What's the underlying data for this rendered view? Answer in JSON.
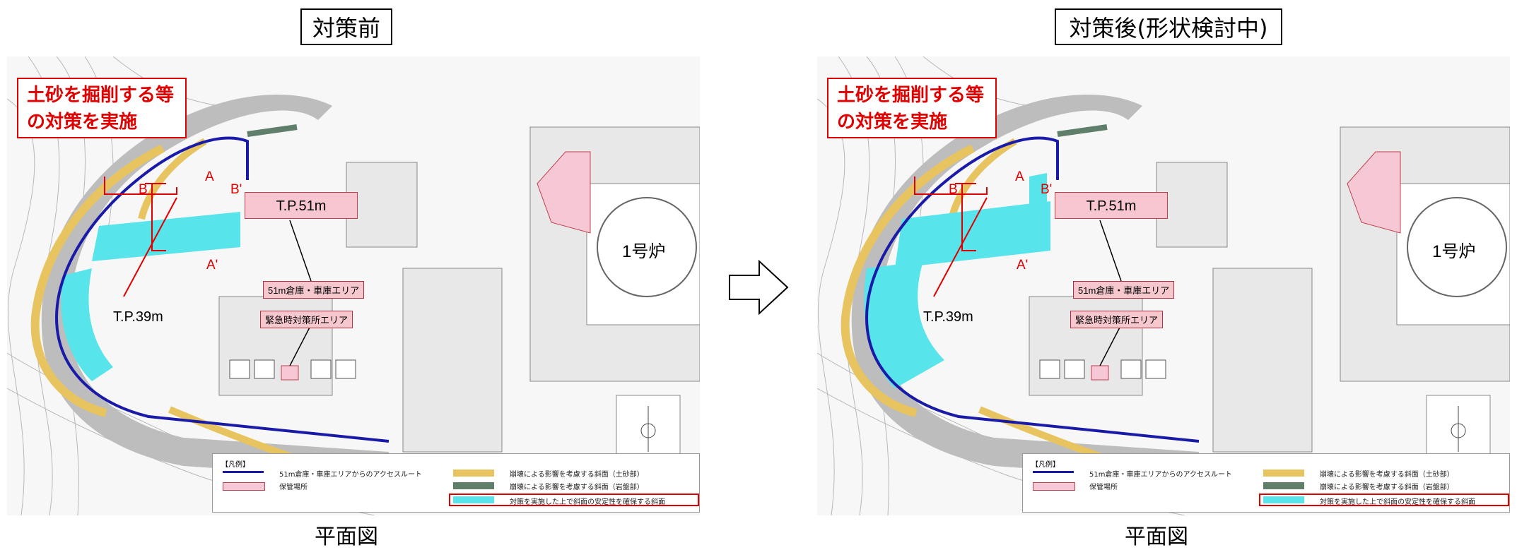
{
  "left": {
    "title": "対策前",
    "caption": "平面図",
    "callout": [
      "土砂を掘削する等",
      "の対策を実施"
    ],
    "tp51": "T.P.51m",
    "tp39": "T.P.39m",
    "reactor": "1号炉",
    "zone_warehouse": "51m倉庫・車庫エリア",
    "zone_emergency": "緊急時対策所エリア",
    "sec_a": "A",
    "sec_a2": "A'",
    "sec_b": "B",
    "sec_b2": "B'",
    "legend": {
      "head": "【凡例】",
      "route": "51m倉庫・車庫エリアからのアクセスルート",
      "storage": "保管場所",
      "soil": "崩壊による影響を考慮する斜面（土砂部）",
      "rock": "崩壊による影響を考慮する斜面（岩盤部）",
      "measure": "対策を実施した上で斜面の安定性を確保する斜面"
    }
  },
  "right": {
    "title": "対策後(形状検討中)",
    "caption": "平面図",
    "callout": [
      "土砂を掘削する等",
      "の対策を実施"
    ],
    "tp51": "T.P.51m",
    "tp39": "T.P.39m",
    "reactor": "1号炉",
    "zone_warehouse": "51m倉庫・車庫エリア",
    "zone_emergency": "緊急時対策所エリア",
    "sec_a": "A",
    "sec_a2": "A'",
    "sec_b": "B",
    "sec_b2": "B'",
    "legend": {
      "head": "【凡例】",
      "route": "51m倉庫・車庫エリアからのアクセスルート",
      "storage": "保管場所",
      "soil": "崩壊による影響を考慮する斜面（土砂部）",
      "rock": "崩壊による影響を考慮する斜面（岩盤部）",
      "measure": "対策を実施した上で斜面の安定性を確保する斜面"
    }
  },
  "colors": {
    "route": "#1a1aa8",
    "storage": "#f6c8d6",
    "soil": "#e8c460",
    "rock": "#5f7f6a",
    "measure": "#57e4ea",
    "callout": "#e00000"
  },
  "icons": {
    "transition": "right-arrow-icon"
  }
}
